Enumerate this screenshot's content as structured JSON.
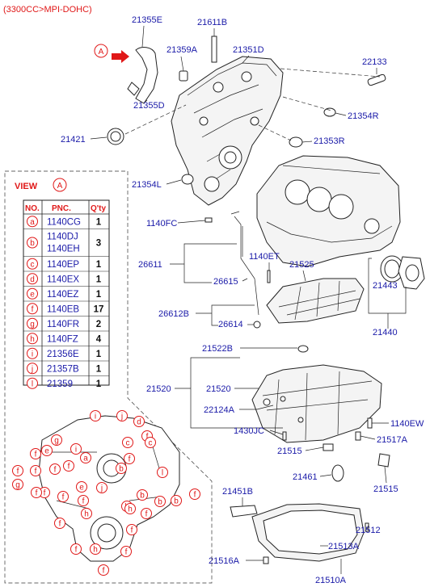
{
  "header": {
    "spec": "(3300CC>MPI-DOHC)"
  },
  "view": {
    "title": "VIEW",
    "marker": "A",
    "arrow_marker": "A"
  },
  "table": {
    "headers": {
      "no": "NO.",
      "pnc": "PNC.",
      "qty": "Q'ty"
    },
    "rows": [
      {
        "letter": "a",
        "pnc": [
          "1140CG"
        ],
        "qty": "1"
      },
      {
        "letter": "b",
        "pnc": [
          "1140DJ",
          "1140EH"
        ],
        "qty": "3"
      },
      {
        "letter": "c",
        "pnc": [
          "1140EP"
        ],
        "qty": "1"
      },
      {
        "letter": "d",
        "pnc": [
          "1140EX"
        ],
        "qty": "1"
      },
      {
        "letter": "e",
        "pnc": [
          "1140EZ"
        ],
        "qty": "1"
      },
      {
        "letter": "f",
        "pnc": [
          "1140EB"
        ],
        "qty": "17"
      },
      {
        "letter": "g",
        "pnc": [
          "1140FR"
        ],
        "qty": "2"
      },
      {
        "letter": "h",
        "pnc": [
          "1140FZ"
        ],
        "qty": "4"
      },
      {
        "letter": "i",
        "pnc": [
          "21356E"
        ],
        "qty": "1"
      },
      {
        "letter": "j",
        "pnc": [
          "21357B"
        ],
        "qty": "1"
      },
      {
        "letter": "l",
        "pnc": [
          "21359"
        ],
        "qty": "1"
      }
    ]
  },
  "labels": {
    "p21355E": "21355E",
    "p21611B": "21611B",
    "p21359A": "21359A",
    "p21351D": "21351D",
    "p22133": "22133",
    "p21355D": "21355D",
    "p21354R": "21354R",
    "p21421": "21421",
    "p21353R": "21353R",
    "p21354L": "21354L",
    "p1140FC": "1140FC",
    "p26611": "26611",
    "p1140ET": "1140ET",
    "p21525": "21525",
    "p26615": "26615",
    "p21443": "21443",
    "p26612B": "26612B",
    "p26614": "26614",
    "p21440": "21440",
    "p21522B": "21522B",
    "p21520a": "21520",
    "p21520b": "21520",
    "p22124A": "22124A",
    "p1430JC": "1430JC",
    "p1140EW": "1140EW",
    "p21517A": "21517A",
    "p21515a": "21515",
    "p21461": "21461",
    "p21515b": "21515",
    "p21451B": "21451B",
    "p21512": "21512",
    "p21513A": "21513A",
    "p21516A": "21516A",
    "p21510A": "21510A"
  },
  "callouts": {
    "c01": "j",
    "c02": "i",
    "c03": "d",
    "c04": "c",
    "c05": "g",
    "c06": "i",
    "c07": "a",
    "c08": "f",
    "c09": "c",
    "c10": "e",
    "c11": "f",
    "c12": "f",
    "c13": "f",
    "c14": "f",
    "c15": "f",
    "c16": "b",
    "c17": "f",
    "c18": "g",
    "c19": "e",
    "c20": "j",
    "c21": "l",
    "c22": "f",
    "c23": "f",
    "c24": "f",
    "c25": "f",
    "c26": "b",
    "c27": "h",
    "c28": "b",
    "c29": "b",
    "c30": "f",
    "c31": "h",
    "c32": "h",
    "c33": "f",
    "c34": "f",
    "c35": "f",
    "c36": "h",
    "c37": "f",
    "c38": "f",
    "c39": "f"
  }
}
